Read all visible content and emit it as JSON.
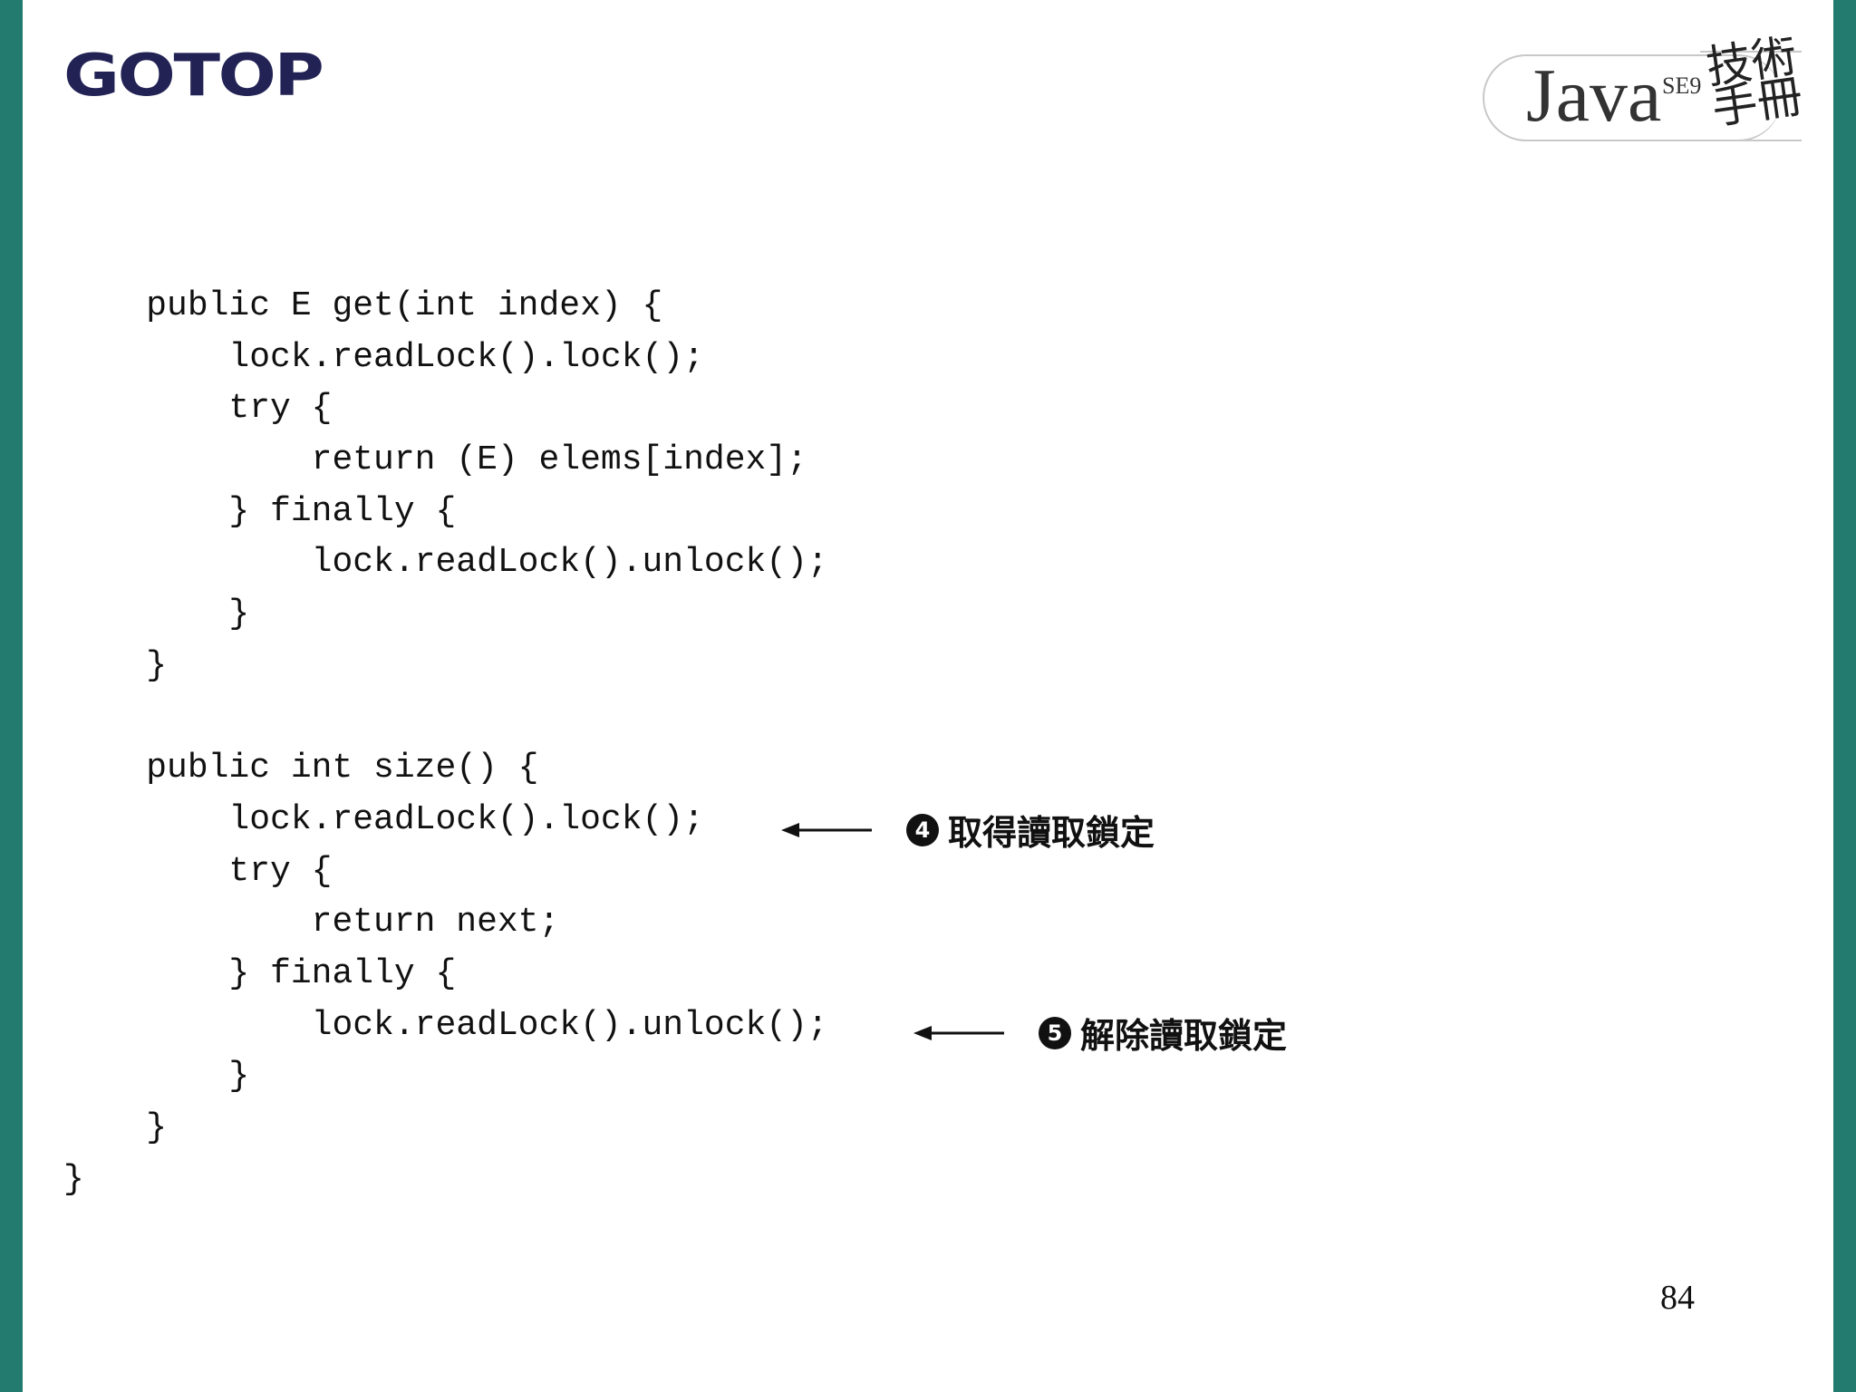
{
  "logo": {
    "brand": "GOTOP"
  },
  "book_logo": {
    "name": "Java",
    "edition": "SE9",
    "subtitle": "技術手冊"
  },
  "code_lines": [
    "    public E get(int index) {",
    "        lock.readLock().lock();",
    "        try {",
    "            return (E) elems[index];",
    "        } finally {",
    "            lock.readLock().unlock();",
    "        }",
    "    }",
    "",
    "    public int size() {",
    "        lock.readLock().lock();",
    "        try {",
    "            return next;",
    "        } finally {",
    "            lock.readLock().unlock();",
    "        }",
    "    }",
    "}"
  ],
  "annotations": [
    {
      "number": "4",
      "text": "取得讀取鎖定"
    },
    {
      "number": "5",
      "text": "解除讀取鎖定"
    }
  ],
  "page_number": "84",
  "colors": {
    "side_bar": "#237a6e",
    "brand_navy": "#222255"
  }
}
